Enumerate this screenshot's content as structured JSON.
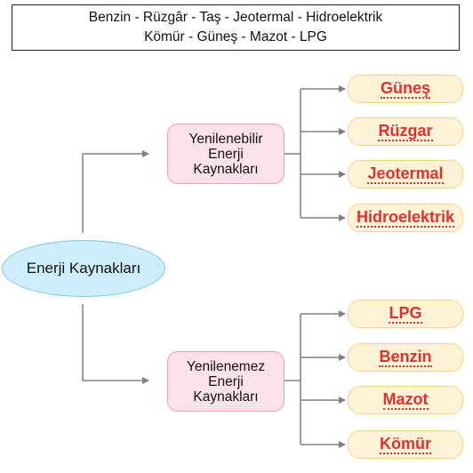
{
  "word_bank": {
    "line1": "Benzin - Rüzgâr - Taş - Jeotermal - Hidroelektrik",
    "line2": "Kömür - Güneş - Mazot - LPG"
  },
  "root": {
    "label": "Enerji Kaynakları"
  },
  "renewable": {
    "label_lines": [
      "Yenilenebilir",
      "Enerji",
      "Kaynakları"
    ],
    "answers": [
      "Güneş",
      "Rüzgar",
      "Jeotermal",
      "Hidroelektrik"
    ]
  },
  "nonrenewable": {
    "label_lines": [
      "Yenilenemez",
      "Enerji",
      "Kaynakları"
    ],
    "answers": [
      "LPG",
      "Benzin",
      "Mazot",
      "Kömür"
    ]
  },
  "colors": {
    "answer_text": "#e03030",
    "root_fill": "#cdeefa",
    "category_fill": "#fce3ea",
    "answer_fill": "#fef3d6",
    "connector": "#808080"
  }
}
